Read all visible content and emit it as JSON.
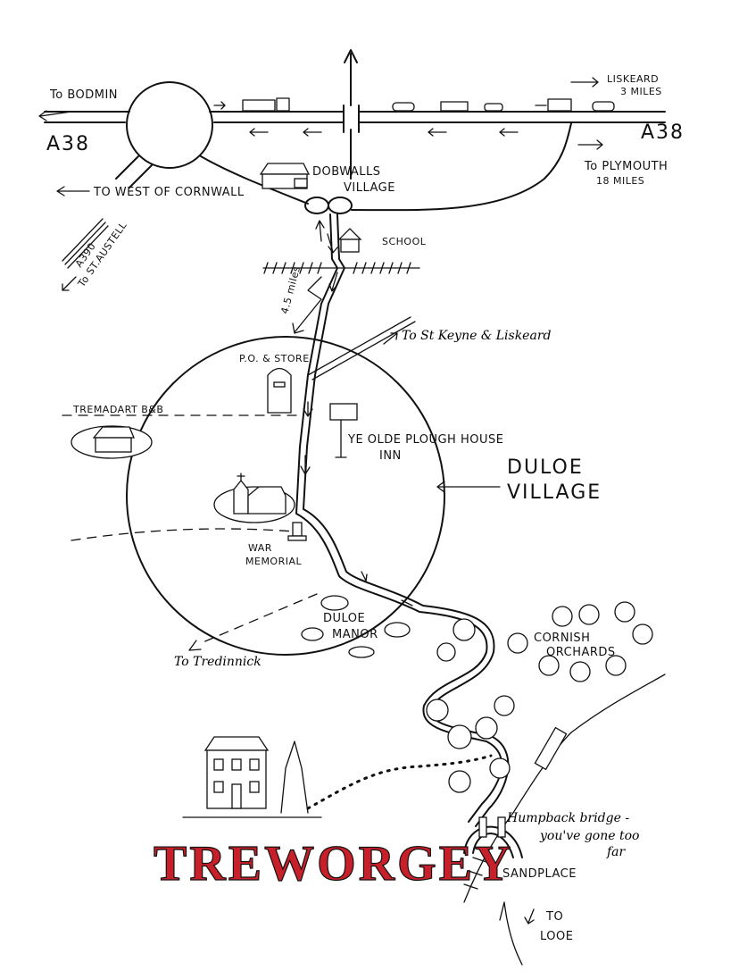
{
  "map": {
    "title": "TREWORGEY",
    "title_color": "#c8202a",
    "labels": {
      "to_bodmin": "To BODMIN",
      "a38_west": "A38",
      "a38_east": "A38",
      "liskeard_to": "LISKEARD",
      "liskeard_dist": "3 MILES",
      "plymouth_to": "To PLYMOUTH",
      "plymouth_dist": "18 MILES",
      "dobwalls_1": "DOBWALLS",
      "dobwalls_2": "VILLAGE",
      "west_cornwall": "TO WEST OF CORNWALL",
      "a390": "A390",
      "st_austell": "To ST.AUSTELL",
      "school": "SCHOOL",
      "distance": "4.5 miles",
      "st_keyne": "To St Keyne & Liskeard",
      "po_store": "P.O. & STORE",
      "tremadart": "TREMADART B&B",
      "inn_1": "YE OLDE PLOUGH HOUSE",
      "inn_2": "INN",
      "duloe_1": "DULOE",
      "duloe_2": "VILLAGE",
      "war_1": "WAR",
      "war_2": "MEMORIAL",
      "manor_1": "DULOE",
      "manor_2": "MANOR",
      "tredinnick": "To Tredinnick",
      "orchards_1": "CORNISH",
      "orchards_2": "ORCHARDS",
      "bridge_1": "Humpback bridge -",
      "bridge_2": "you've gone too",
      "bridge_3": "far",
      "sandplace": "SANDPLACE",
      "looe_1": "TO",
      "looe_2": "LOOE"
    }
  }
}
